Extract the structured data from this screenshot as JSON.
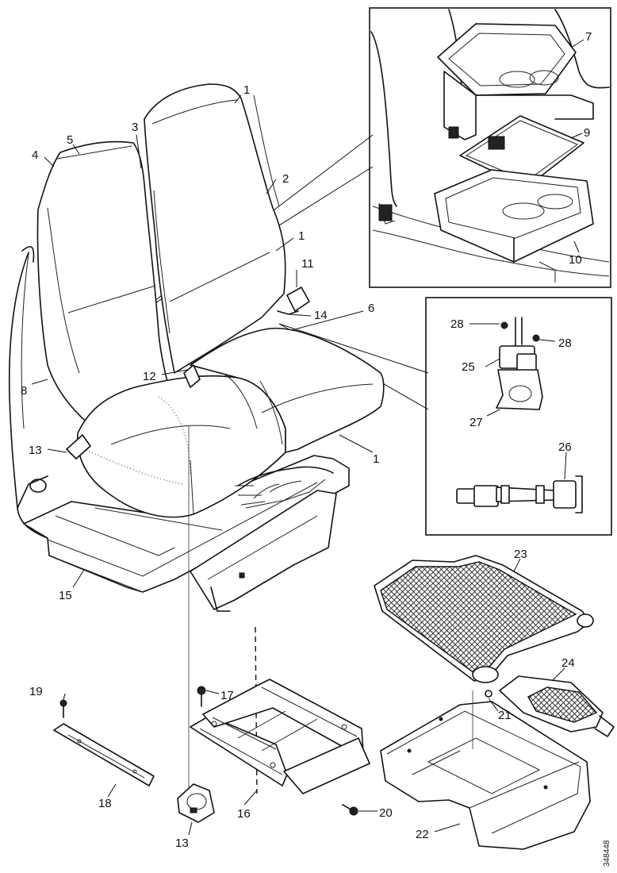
{
  "reference_number": "348448",
  "callouts": [
    {
      "id": "c1a",
      "label": "1"
    },
    {
      "id": "c1b",
      "label": "1"
    },
    {
      "id": "c1c",
      "label": "1"
    },
    {
      "id": "c2",
      "label": "2"
    },
    {
      "id": "c3",
      "label": "3"
    },
    {
      "id": "c4",
      "label": "4"
    },
    {
      "id": "c5",
      "label": "5"
    },
    {
      "id": "c6",
      "label": "6"
    },
    {
      "id": "c7",
      "label": "7"
    },
    {
      "id": "c8",
      "label": "8"
    },
    {
      "id": "c9",
      "label": "9"
    },
    {
      "id": "c10",
      "label": "10"
    },
    {
      "id": "c11",
      "label": "11"
    },
    {
      "id": "c12",
      "label": "12"
    },
    {
      "id": "c13a",
      "label": "13"
    },
    {
      "id": "c13b",
      "label": "13"
    },
    {
      "id": "c14",
      "label": "14"
    },
    {
      "id": "c15",
      "label": "15"
    },
    {
      "id": "c16",
      "label": "16"
    },
    {
      "id": "c17",
      "label": "17"
    },
    {
      "id": "c18",
      "label": "18"
    },
    {
      "id": "c19",
      "label": "19"
    },
    {
      "id": "c20",
      "label": "20"
    },
    {
      "id": "c21",
      "label": "21"
    },
    {
      "id": "c22",
      "label": "22"
    },
    {
      "id": "c23",
      "label": "23"
    },
    {
      "id": "c24",
      "label": "24"
    },
    {
      "id": "c25",
      "label": "25"
    },
    {
      "id": "c26",
      "label": "26"
    },
    {
      "id": "c27",
      "label": "27"
    },
    {
      "id": "c28a",
      "label": "28"
    },
    {
      "id": "c28b",
      "label": "28"
    }
  ]
}
